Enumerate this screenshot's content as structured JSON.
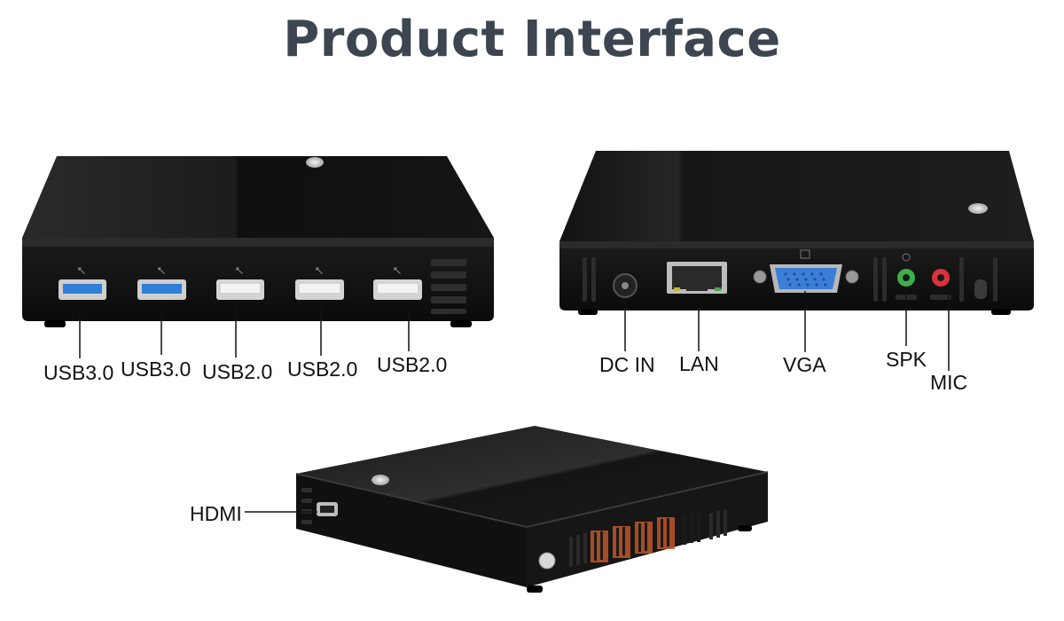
{
  "page": {
    "title": "Product Interface"
  },
  "front_view": {
    "ports": [
      {
        "label": "USB3.0",
        "type": "usb3"
      },
      {
        "label": "USB3.0",
        "type": "usb3"
      },
      {
        "label": "USB2.0",
        "type": "usb2"
      },
      {
        "label": "USB2.0",
        "type": "usb2"
      },
      {
        "label": "USB2.0",
        "type": "usb2"
      }
    ]
  },
  "rear_view": {
    "ports": [
      {
        "label": "DC IN"
      },
      {
        "label": "LAN"
      },
      {
        "label": "VGA"
      },
      {
        "label": "SPK"
      },
      {
        "label": "MIC"
      }
    ]
  },
  "side_view": {
    "ports": [
      {
        "label": "HDMI"
      }
    ]
  },
  "colors": {
    "title": "#3d4650",
    "usb3_blue": "#2f7fd6",
    "vga_blue": "#3b7ed8",
    "spk_green": "#3fae4a",
    "mic_red": "#d8343b",
    "vent_orange": "#c0562a"
  }
}
